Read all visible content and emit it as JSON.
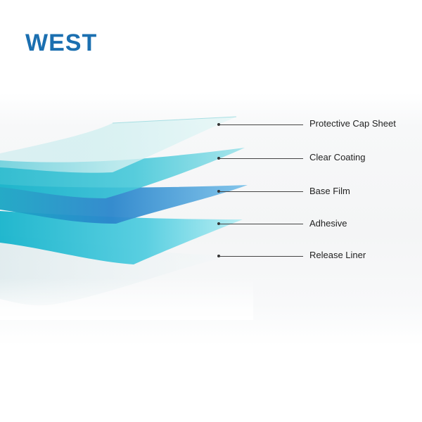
{
  "brand": {
    "logo_text": "WEST",
    "color": "#1b6fb0"
  },
  "layers": [
    {
      "label": "Protective Cap Sheet",
      "color": "#c7ecec"
    },
    {
      "label": "Clear Coating",
      "color": "#3fc3d6"
    },
    {
      "label": "Base Film",
      "color": "#2a8fd0"
    },
    {
      "label": "Adhesive",
      "color": "#43c6dd"
    },
    {
      "label": "Release Liner",
      "color": "#eef4f5"
    }
  ]
}
